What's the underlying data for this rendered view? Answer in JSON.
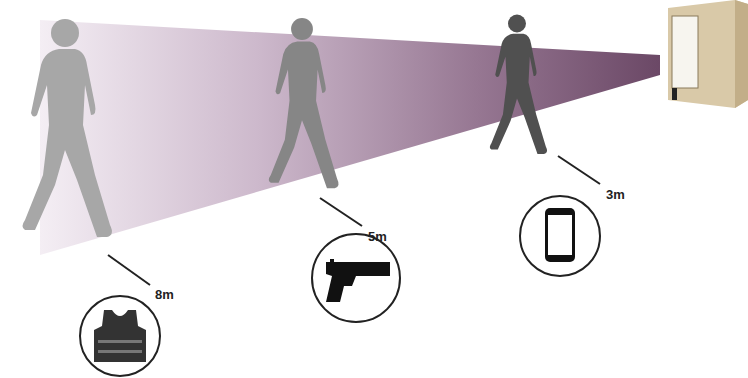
{
  "diagram": {
    "labels": [
      "8m",
      "5m",
      "3m"
    ]
  }
}
